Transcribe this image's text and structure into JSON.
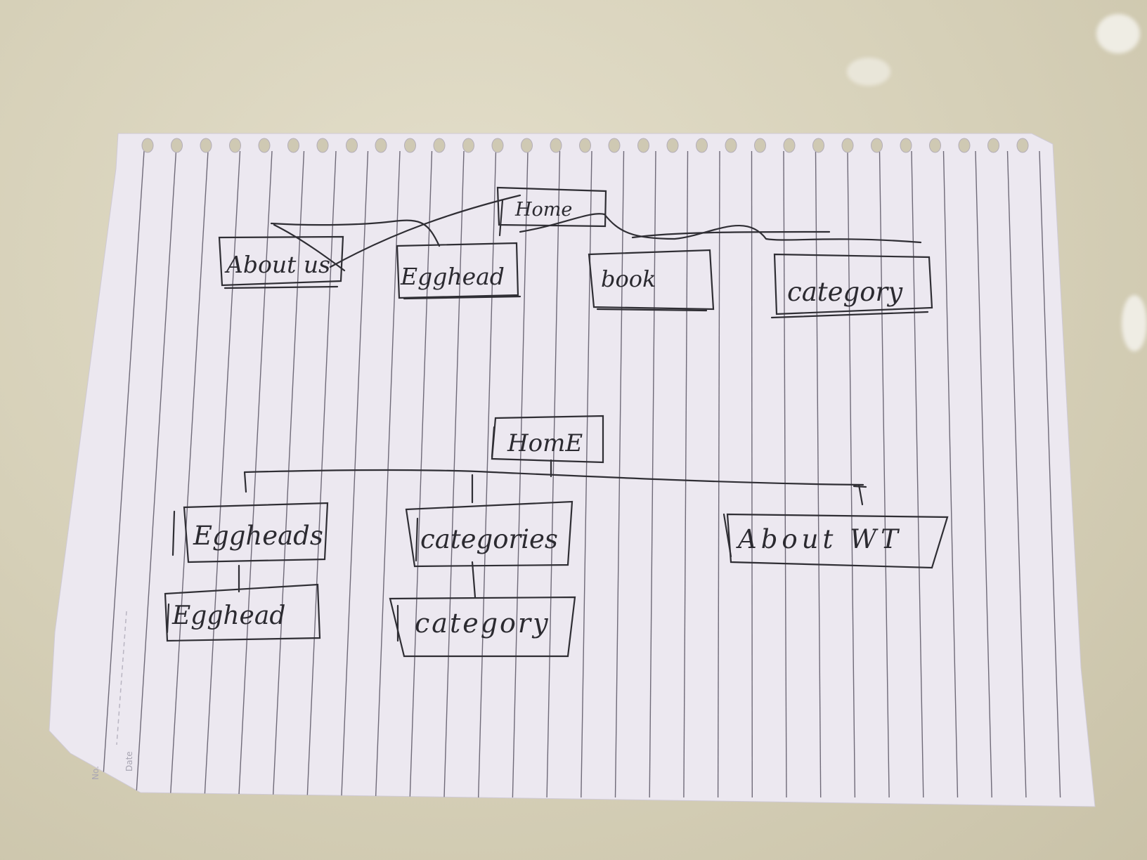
{
  "diagram": {
    "sketch1": {
      "root": "Home",
      "children": [
        "About us",
        "Egghead",
        "book",
        "category"
      ]
    },
    "sketch2": {
      "root": "HomE",
      "children": [
        "Eggheads",
        "categories",
        "About WT"
      ],
      "grandchildren": [
        "Egghead",
        "category"
      ]
    }
  },
  "paper": {
    "margin_labels": [
      "No.",
      "Date"
    ]
  }
}
